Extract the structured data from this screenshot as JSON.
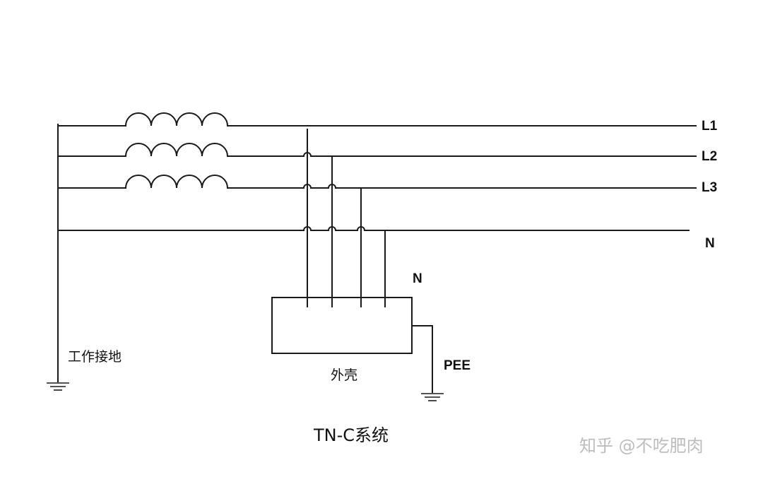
{
  "labels": {
    "phase1": "L1",
    "phase2": "L2",
    "phase3": "L3",
    "neutral_line": "N",
    "neutral_tap": "N",
    "pee": "PEE",
    "working_ground": "工作接地",
    "enclosure": "外壳",
    "title": "TN-C系统"
  },
  "watermark": "知乎 @不吃肥肉"
}
